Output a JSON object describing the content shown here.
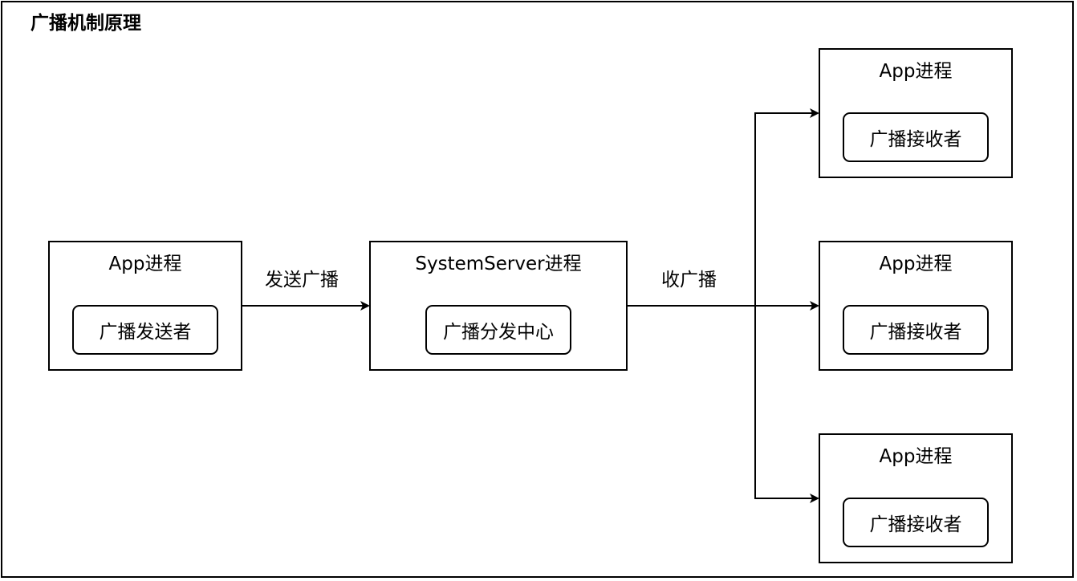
{
  "diagram": {
    "title": "广播机制原理",
    "sender": {
      "process_label": "App进程",
      "component_label": "广播发送者"
    },
    "server": {
      "process_label": "SystemServer进程",
      "component_label": "广播分发中心"
    },
    "receivers": [
      {
        "process_label": "App进程",
        "component_label": "广播接收者"
      },
      {
        "process_label": "App进程",
        "component_label": "广播接收者"
      },
      {
        "process_label": "App进程",
        "component_label": "广播接收者"
      }
    ],
    "edges": {
      "send_label": "发送广播",
      "receive_label": "收广播"
    },
    "colors": {
      "stroke": "#000000",
      "background": "#ffffff"
    }
  }
}
